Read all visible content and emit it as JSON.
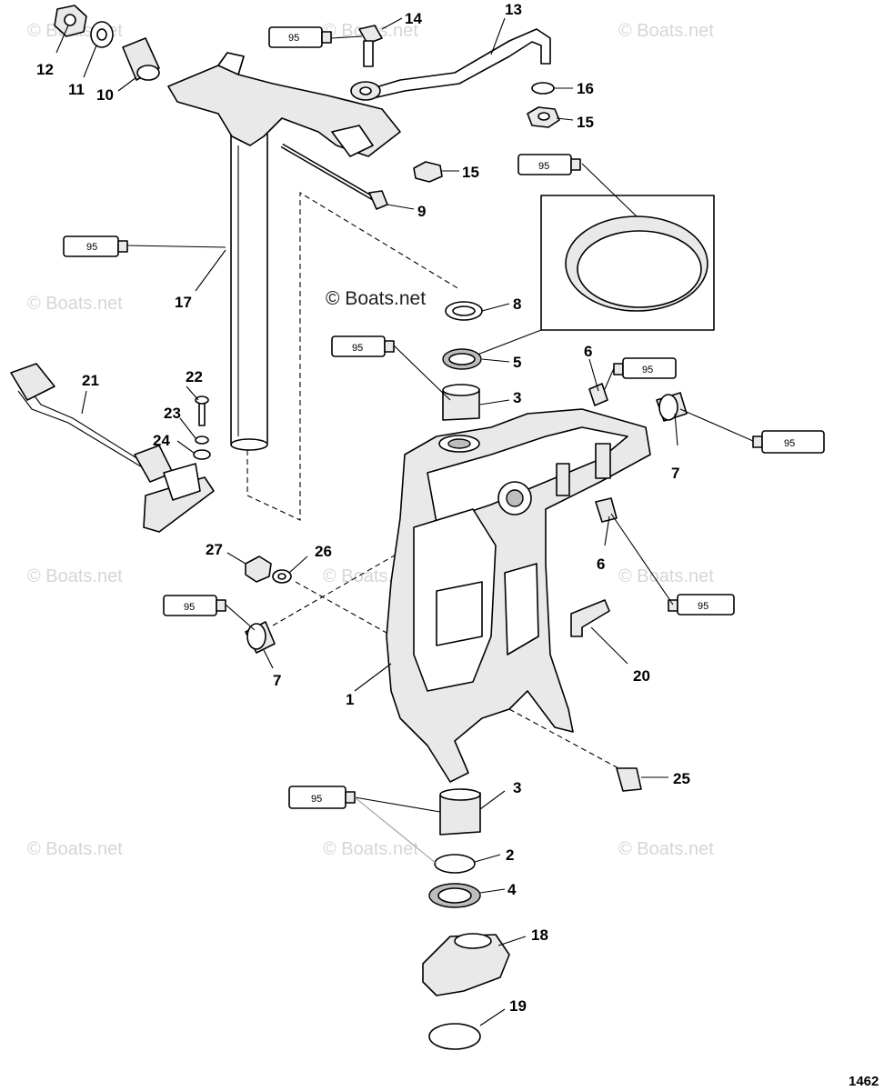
{
  "diagram": {
    "figure_number": "1462",
    "copyright_text": "© Boats.net",
    "watermark_text": "© Boats.net",
    "sealant_tube_label": "95",
    "callouts": {
      "c1": "1",
      "c2": "2",
      "c3a": "3",
      "c3b": "3",
      "c4": "4",
      "c5": "5",
      "c6a": "6",
      "c6b": "6",
      "c7a": "7",
      "c7b": "7",
      "c8": "8",
      "c9": "9",
      "c10": "10",
      "c11": "11",
      "c12": "12",
      "c13": "13",
      "c14": "14",
      "c15a": "15",
      "c15b": "15",
      "c16": "16",
      "c17": "17",
      "c18": "18",
      "c19": "19",
      "c20": "20",
      "c21": "21",
      "c22": "22",
      "c23": "23",
      "c24": "24",
      "c25": "25",
      "c26": "26",
      "c27": "27"
    }
  }
}
